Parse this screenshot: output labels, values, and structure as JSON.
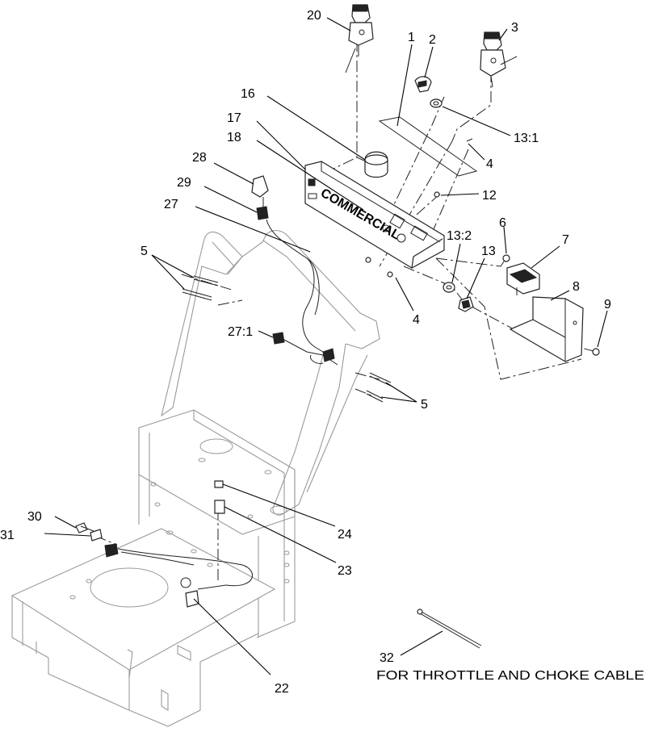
{
  "diagram": {
    "callouts": {
      "c1": "1",
      "c2": "2",
      "c3": "3",
      "c4a": "4",
      "c4b": "4",
      "c5a": "5",
      "c5b": "5",
      "c6": "6",
      "c7": "7",
      "c8": "8",
      "c9": "9",
      "c12": "12",
      "c13": "13",
      "c13_1": "13:1",
      "c13_2": "13:2",
      "c16": "16",
      "c17": "17",
      "c18": "18",
      "c20": "20",
      "c22": "22",
      "c23": "23",
      "c24": "24",
      "c27": "27",
      "c27_1": "27:1",
      "c28": "28",
      "c29": "29",
      "c30": "30",
      "c31": "31",
      "c32": "32"
    },
    "note": "FOR THROTTLE AND CHOKE CABLE",
    "panel_label": "COMMERCIAL"
  }
}
